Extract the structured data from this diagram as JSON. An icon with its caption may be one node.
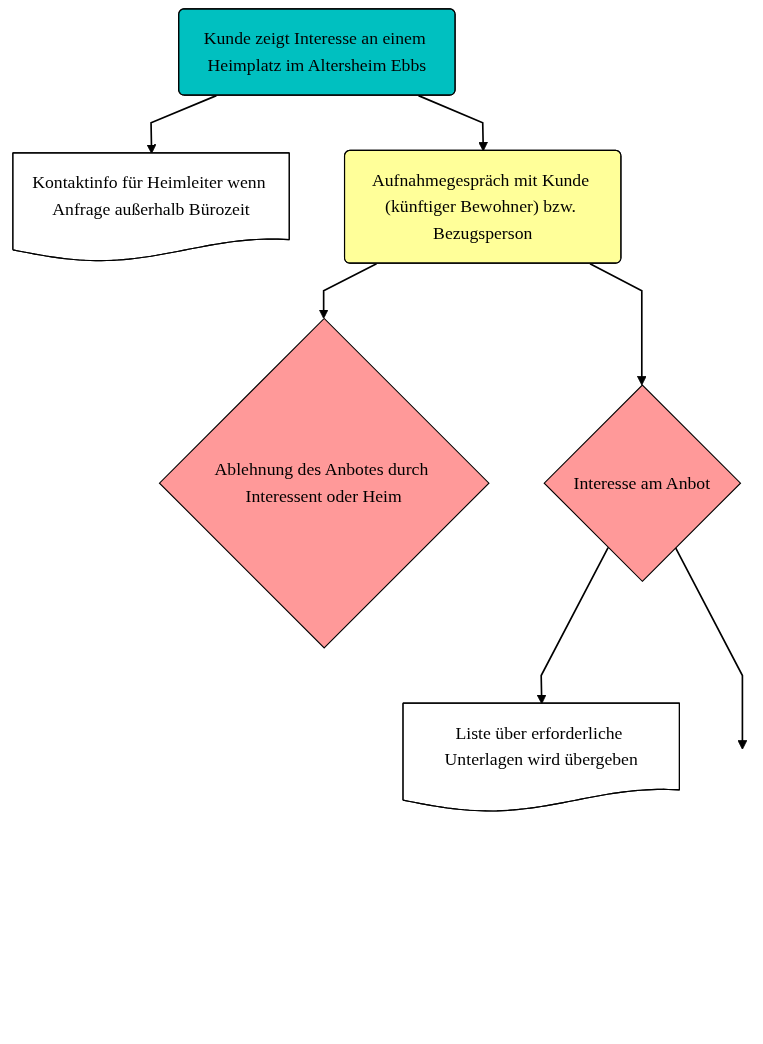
{
  "diagram": {
    "nodes": [
      {
        "text": [
          "Kunde zeigt Interesse an einem Heimplatz im Altersheim Ebbs"
        ]
      },
      {
        "text": [
          "Kontaktinfo für Heimleiter wenn Anfrage außerhalb Bürozeit"
        ]
      },
      {
        "text": [
          "Aufnahmegespräch mit Kunde (künftiger Bewohner) bzw. Bezugsperson"
        ]
      },
      {
        "text": [
          "Ablehnung des Anbotes durch Interessent oder Heim"
        ]
      },
      {
        "text": [
          "Interesse am Anbot"
        ]
      },
      {
        "text": [
          "Liste über erforderliche Unterlagen wird übergeben"
        ]
      }
    ],
    "edges": [
      {
        "from": 0,
        "to": 1,
        "arrow": "to"
      },
      {
        "from": 0,
        "to": 2,
        "arrow": "to"
      },
      {
        "from": 2,
        "to": 3,
        "arrow": "to"
      },
      {
        "from": 2,
        "to": 4,
        "arrow": "to"
      },
      {
        "from": 4,
        "to": 5,
        "arrow": "to"
      },
      {
        "from": 4,
        "to": null,
        "arrow": "to"
      }
    ]
  }
}
